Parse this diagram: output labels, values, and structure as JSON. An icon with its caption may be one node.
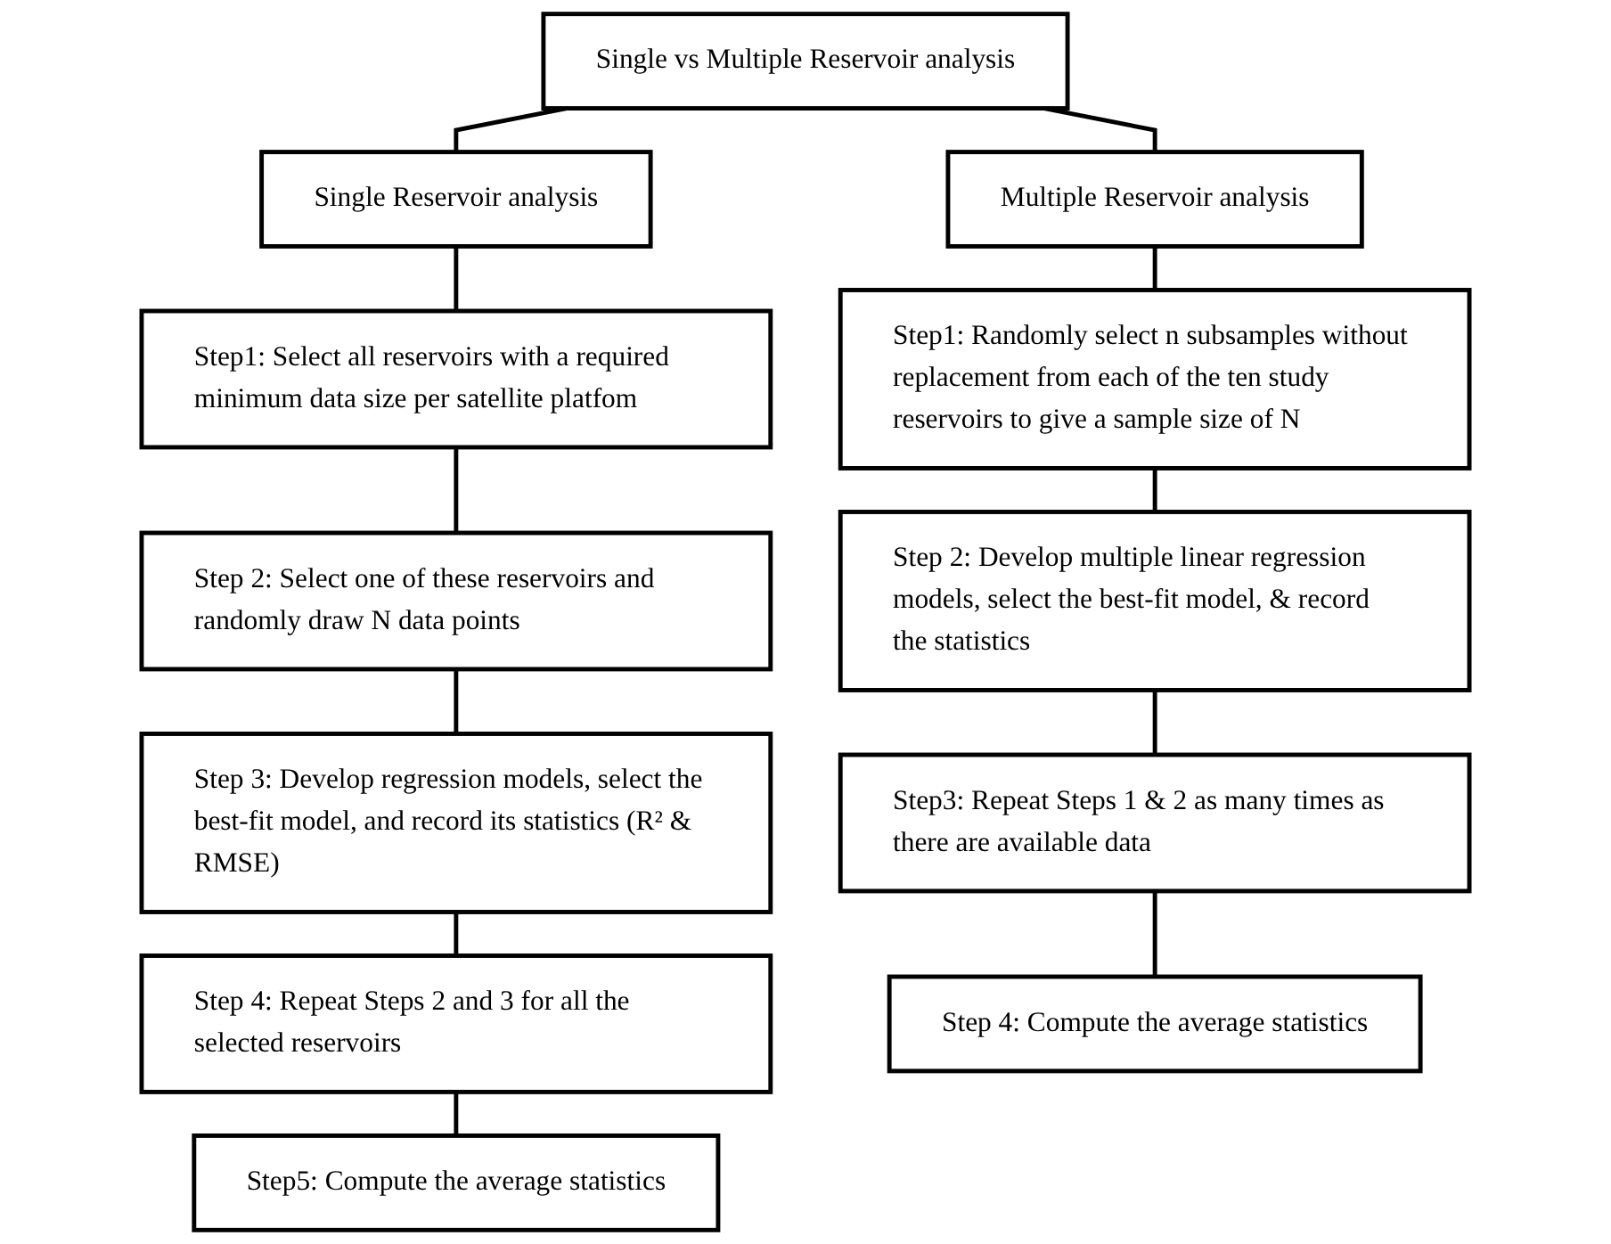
{
  "diagram": {
    "nodes": [
      {
        "text": [
          "Single vs Multiple Reservoir analysis"
        ]
      },
      {
        "text": [
          "Single Reservoir analysis"
        ]
      },
      {
        "text": [
          "Multiple Reservoir analysis"
        ]
      },
      {
        "text": [
          "Step1: Select all reservoirs with a required minimum data size per satellite platfom"
        ]
      },
      {
        "text": [
          "Step 2: Select one of these reservoirs and randomly draw N data points"
        ]
      },
      {
        "text": [
          "Step 3: Develop regression models, select the best-fit model, and record its statistics (R² & RMSE)"
        ]
      },
      {
        "text": [
          "Step 4: Repeat Steps 2 and 3 for all the selected reservoirs"
        ]
      },
      {
        "text": [
          "Step5: Compute the average statistics"
        ]
      },
      {
        "text": [
          "Step1: Randomly select n subsamples without replacement from each of the ten study reservoirs to give a sample size of N"
        ]
      },
      {
        "text": [
          "Step 2: Develop multiple linear regression models, select the best-fit model, & record the statistics"
        ]
      },
      {
        "text": [
          "Step3: Repeat Steps 1 & 2 as many times as there are available data"
        ]
      },
      {
        "text": [
          "Step 4: Compute the average statistics"
        ]
      }
    ],
    "edges": [
      {
        "from": 0,
        "to": 1,
        "arrow": "none"
      },
      {
        "from": 0,
        "to": 2,
        "arrow": "none"
      },
      {
        "from": 1,
        "to": 3,
        "arrow": "none"
      },
      {
        "from": 3,
        "to": 4,
        "arrow": "none"
      },
      {
        "from": 4,
        "to": 5,
        "arrow": "none"
      },
      {
        "from": 5,
        "to": 6,
        "arrow": "none"
      },
      {
        "from": 6,
        "to": 7,
        "arrow": "none"
      },
      {
        "from": 2,
        "to": 8,
        "arrow": "none"
      },
      {
        "from": 8,
        "to": 9,
        "arrow": "none"
      },
      {
        "from": 9,
        "to": 10,
        "arrow": "none"
      },
      {
        "from": 10,
        "to": 11,
        "arrow": "none"
      }
    ]
  }
}
